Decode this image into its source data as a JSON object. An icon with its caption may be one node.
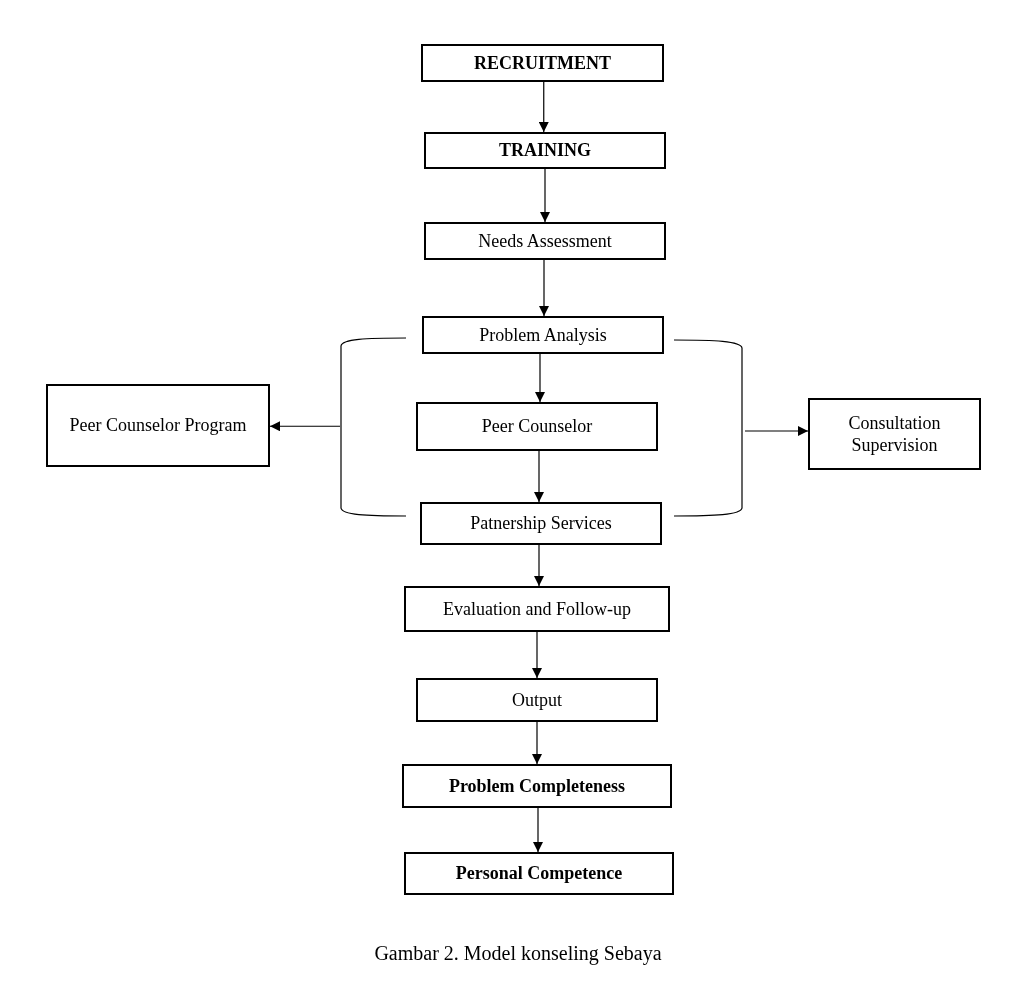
{
  "diagram": {
    "caption": "Gambar 2. Model konseling Sebaya",
    "nodes": [
      {
        "text": [
          "RECRUITMENT"
        ]
      },
      {
        "text": [
          "TRAINING"
        ]
      },
      {
        "text": [
          "Needs Assessment"
        ]
      },
      {
        "text": [
          "Problem Analysis"
        ]
      },
      {
        "text": [
          "Peer Counselor Program"
        ]
      },
      {
        "text": [],
        "shape": "bracket"
      },
      {
        "text": [
          "Peer Counselor"
        ]
      },
      {
        "text": [],
        "shape": "bracket"
      },
      {
        "text": [
          "Consultation Supervision"
        ]
      },
      {
        "text": [
          "Patnership Services"
        ]
      },
      {
        "text": [
          "Evaluation and Follow-up"
        ]
      },
      {
        "text": [
          "Output"
        ]
      },
      {
        "text": [
          "Problem Completeness"
        ]
      },
      {
        "text": [
          "Personal Competence"
        ]
      }
    ],
    "edges": [
      {
        "from": 0,
        "to": 1,
        "arrow": "to"
      },
      {
        "from": 1,
        "to": 2,
        "arrow": "to"
      },
      {
        "from": 2,
        "to": 3,
        "arrow": "to"
      },
      {
        "from": 3,
        "to": 6,
        "arrow": "to"
      },
      {
        "from": 6,
        "to": 9,
        "arrow": "to"
      },
      {
        "from": 5,
        "to": 4,
        "arrow": "to"
      },
      {
        "from": 7,
        "to": 8,
        "arrow": "to"
      },
      {
        "from": 9,
        "to": 10,
        "arrow": "to"
      },
      {
        "from": 10,
        "to": 11,
        "arrow": "to"
      },
      {
        "from": 11,
        "to": 12,
        "arrow": "to"
      },
      {
        "from": 12,
        "to": 13,
        "arrow": "to"
      }
    ]
  }
}
